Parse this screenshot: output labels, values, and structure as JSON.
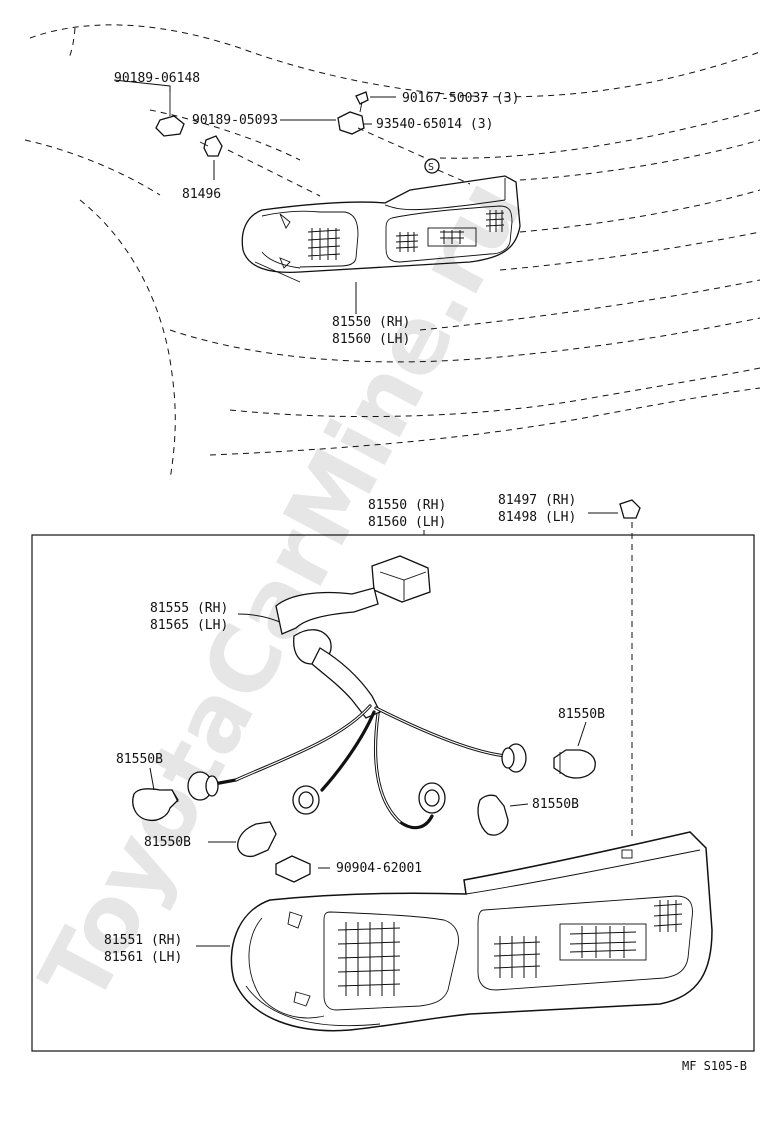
{
  "watermark": "ToyotaCarMine.ru",
  "diagram_code": "MF S105-B",
  "labels": {
    "p_90189_06148": "90189-06148",
    "p_90167_50037": "90167-50037 (3)",
    "p_90189_05093": "90189-05093",
    "p_93540_65014": "93540-65014 (3)",
    "p_81496": "81496",
    "p_81550_rh_top": "81550 (RH)",
    "p_81560_lh_top": "81560 (LH)",
    "p_81550_rh_box": "81550 (RH)",
    "p_81560_lh_box": "81560 (LH)",
    "p_81497_rh": "81497 (RH)",
    "p_81498_lh": "81498 (LH)",
    "p_81555_rh": "81555 (RH)",
    "p_81565_lh": "81565 (LH)",
    "p_81550b_1": "81550B",
    "p_81550b_2": "81550B",
    "p_81550b_3": "81550B",
    "p_81550b_4": "81550B",
    "p_90904_62001": "90904-62001",
    "p_81551_rh": "81551 (RH)",
    "p_81561_lh": "81561 (LH)",
    "screw_mark": "S"
  }
}
